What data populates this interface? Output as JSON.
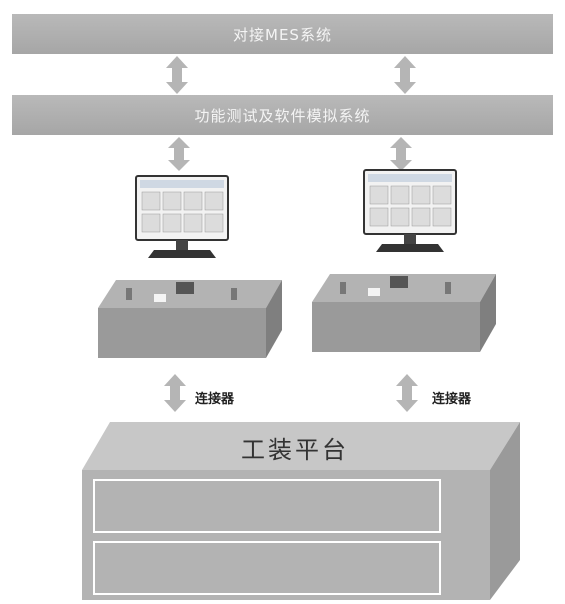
{
  "top_bar": {
    "label": "对接MES系统"
  },
  "middle_bar": {
    "label": "功能测试及软件模拟系统"
  },
  "connectors": [
    {
      "label": "连接器"
    },
    {
      "label": "连接器"
    }
  ],
  "platform": {
    "label": "工装平台"
  },
  "icons": {
    "computer": "computer-monitor-icon",
    "device": "test-fixture-box-icon",
    "arrow": "double-arrow-icon"
  },
  "colors": {
    "bar_fill": "#adadad",
    "bar_text": "#f4f4f4",
    "arrow_fill": "#b5b5b5",
    "device_fill": "#9e9e9e",
    "platform_fill": "#b7b7b7"
  }
}
